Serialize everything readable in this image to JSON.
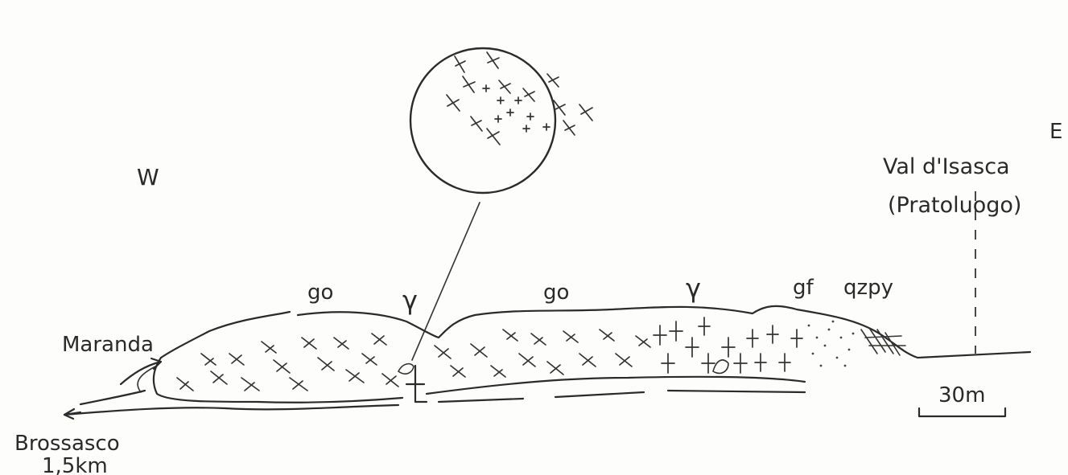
{
  "direction_west": "W",
  "direction_east": "E",
  "east_location": "Val d'Isasca",
  "east_location_sub": "(Pratoluogo)",
  "west_location": "Maranda",
  "downstream_location": "Brossasco",
  "downstream_distance": "1,5km",
  "unit_labels": [
    "go",
    "γ",
    "go",
    "γ",
    "gf",
    "qzpy"
  ],
  "scale_label": "30m"
}
